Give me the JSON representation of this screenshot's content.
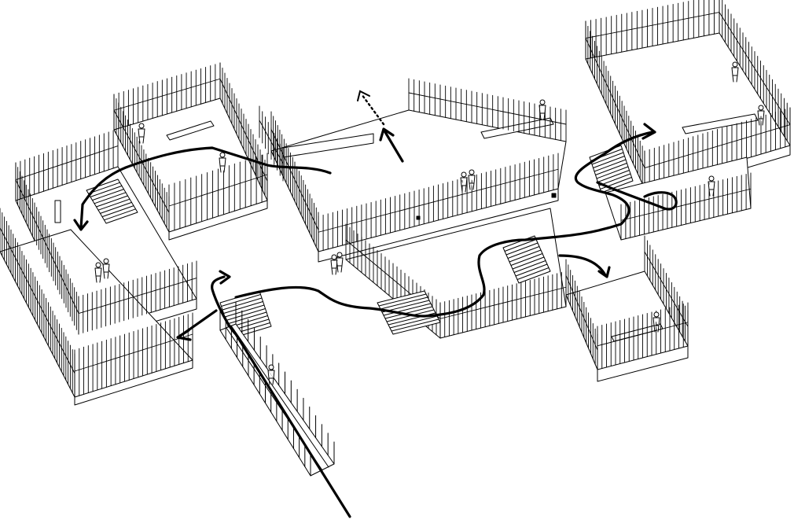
{
  "diagram": {
    "kind": "axonometric-circulation-drawing",
    "line_color": "#000000",
    "background": "#ffffff",
    "platforms": [
      {
        "id": "left-lower-platform"
      },
      {
        "id": "left-upper-platform"
      },
      {
        "id": "central-platform"
      },
      {
        "id": "right-upper-platform"
      },
      {
        "id": "right-lower-platform"
      }
    ],
    "stairs": [
      {
        "id": "left-stair"
      },
      {
        "id": "central-stair"
      },
      {
        "id": "right-stair"
      },
      {
        "id": "entry-stair"
      }
    ],
    "ramp": {
      "id": "entry-ramp"
    },
    "benches_count": 6,
    "people_count": 14,
    "circulation_routes": [
      {
        "id": "main-route",
        "style": "solid"
      },
      {
        "id": "exit-route-up",
        "style": "dotted"
      }
    ]
  }
}
